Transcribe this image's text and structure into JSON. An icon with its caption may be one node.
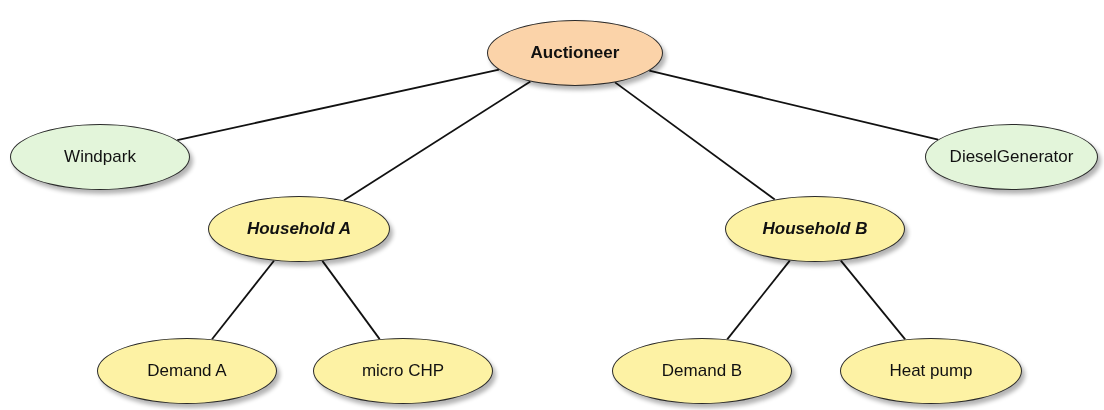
{
  "diagram": {
    "nodes": [
      {
        "text": [
          "Auctioneer"
        ]
      },
      {
        "text": [
          "Windpark"
        ]
      },
      {
        "text": [
          "DieselGenerator"
        ]
      },
      {
        "text": [
          "Household A"
        ]
      },
      {
        "text": [
          "Household B"
        ]
      },
      {
        "text": [
          "Demand A"
        ]
      },
      {
        "text": [
          "micro CHP"
        ]
      },
      {
        "text": [
          "Demand B"
        ]
      },
      {
        "text": [
          "Heat pump"
        ]
      }
    ],
    "edges": [
      {
        "from": 0,
        "to": 1,
        "arrow": "none"
      },
      {
        "from": 0,
        "to": 2,
        "arrow": "none"
      },
      {
        "from": 0,
        "to": 3,
        "arrow": "none"
      },
      {
        "from": 0,
        "to": 4,
        "arrow": "none"
      },
      {
        "from": 3,
        "to": 5,
        "arrow": "none"
      },
      {
        "from": 3,
        "to": 6,
        "arrow": "none"
      },
      {
        "from": 4,
        "to": 7,
        "arrow": "none"
      },
      {
        "from": 4,
        "to": 8,
        "arrow": "none"
      }
    ]
  }
}
